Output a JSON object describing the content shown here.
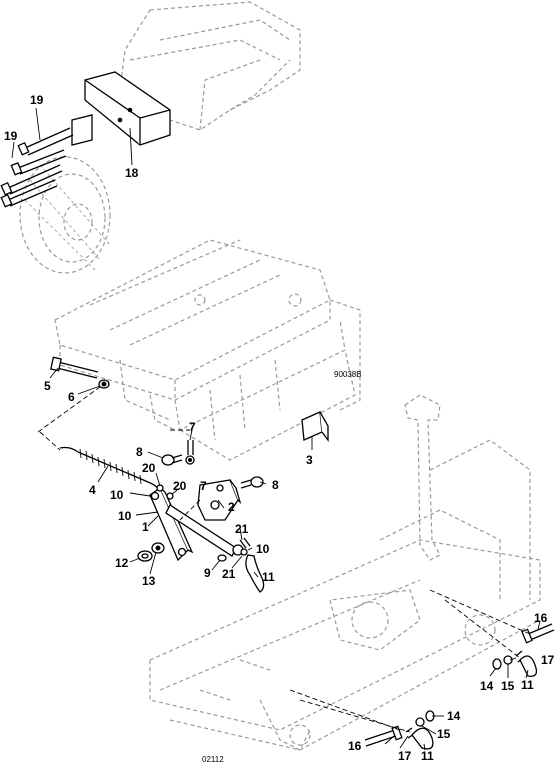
{
  "diagram_id": "02112",
  "inset_code": "90038B",
  "callouts": {
    "c19a": "19",
    "c19b": "19",
    "c18": "18",
    "c5": "5",
    "c6": "6",
    "c3": "3",
    "c7": "7",
    "c8a": "8",
    "c8b": "8",
    "c4": "4",
    "c20a": "20",
    "c20b": "20",
    "c2": "2",
    "c10a": "10",
    "c10b": "10",
    "c10c": "10",
    "c1": "1",
    "c21a": "21",
    "c21b": "21",
    "c12": "12",
    "c13": "13",
    "c9": "9",
    "c11a": "11",
    "c16a": "16",
    "c17a": "17",
    "c14a": "14",
    "c15a": "15",
    "c11b": "11",
    "c14b": "14",
    "c15b": "15",
    "c16b": "16",
    "c17b": "17",
    "c11c": "11"
  }
}
